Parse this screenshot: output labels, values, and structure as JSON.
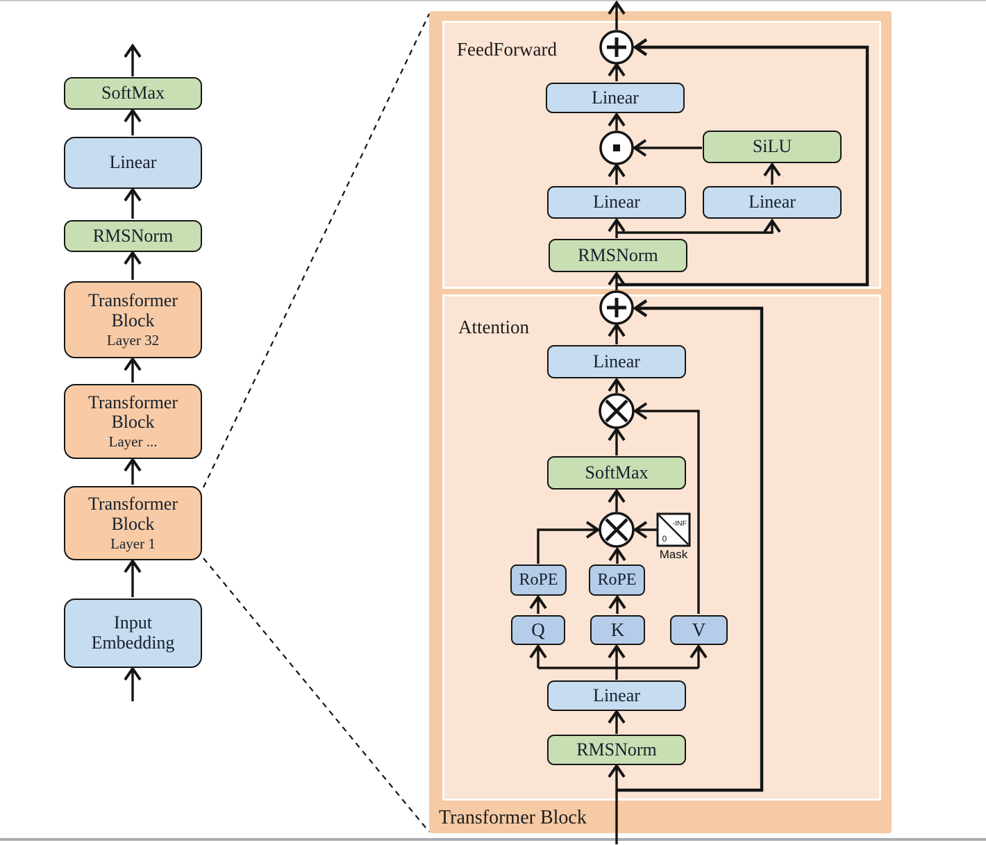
{
  "diagram": {
    "left_column": {
      "softmax": "SoftMax",
      "linear": "Linear",
      "rmsnorm": "RMSNorm",
      "block32": {
        "l1": "Transformer",
        "l2": "Block",
        "sub": "Layer 32"
      },
      "blockdots": {
        "l1": "Transformer",
        "l2": "Block",
        "sub": "Layer ..."
      },
      "block1": {
        "l1": "Transformer",
        "l2": "Block",
        "sub": "Layer 1"
      },
      "input_embedding": {
        "l1": "Input",
        "l2": "Embedding"
      }
    },
    "panel": {
      "title": "Transformer Block",
      "feedforward": {
        "label": "FeedForward",
        "linear_out": "Linear",
        "linear_gate": "Linear",
        "linear_up": "Linear",
        "silu": "SiLU",
        "rmsnorm": "RMSNorm"
      },
      "attention": {
        "label": "Attention",
        "linear_out": "Linear",
        "softmax": "SoftMax",
        "rope_q": "RoPE",
        "rope_k": "RoPE",
        "q": "Q",
        "k": "K",
        "v": "V",
        "linear_qkv": "Linear",
        "rmsnorm": "RMSNorm",
        "mask": {
          "label": "Mask",
          "upper": "-INF",
          "lower": "0"
        }
      },
      "operators": {
        "residual_add": "+",
        "matmul": "×",
        "elementwise_product": "·"
      }
    },
    "colors": {
      "outer_panel": "#f5caa5",
      "inner_panel": "#fbe4d3",
      "blue_box": "#c6dcf0",
      "blue_box_qkv": "#b6cdea",
      "green_box": "#c7dfb3",
      "orange_box": "#f8cba6",
      "line": "#141414"
    }
  }
}
